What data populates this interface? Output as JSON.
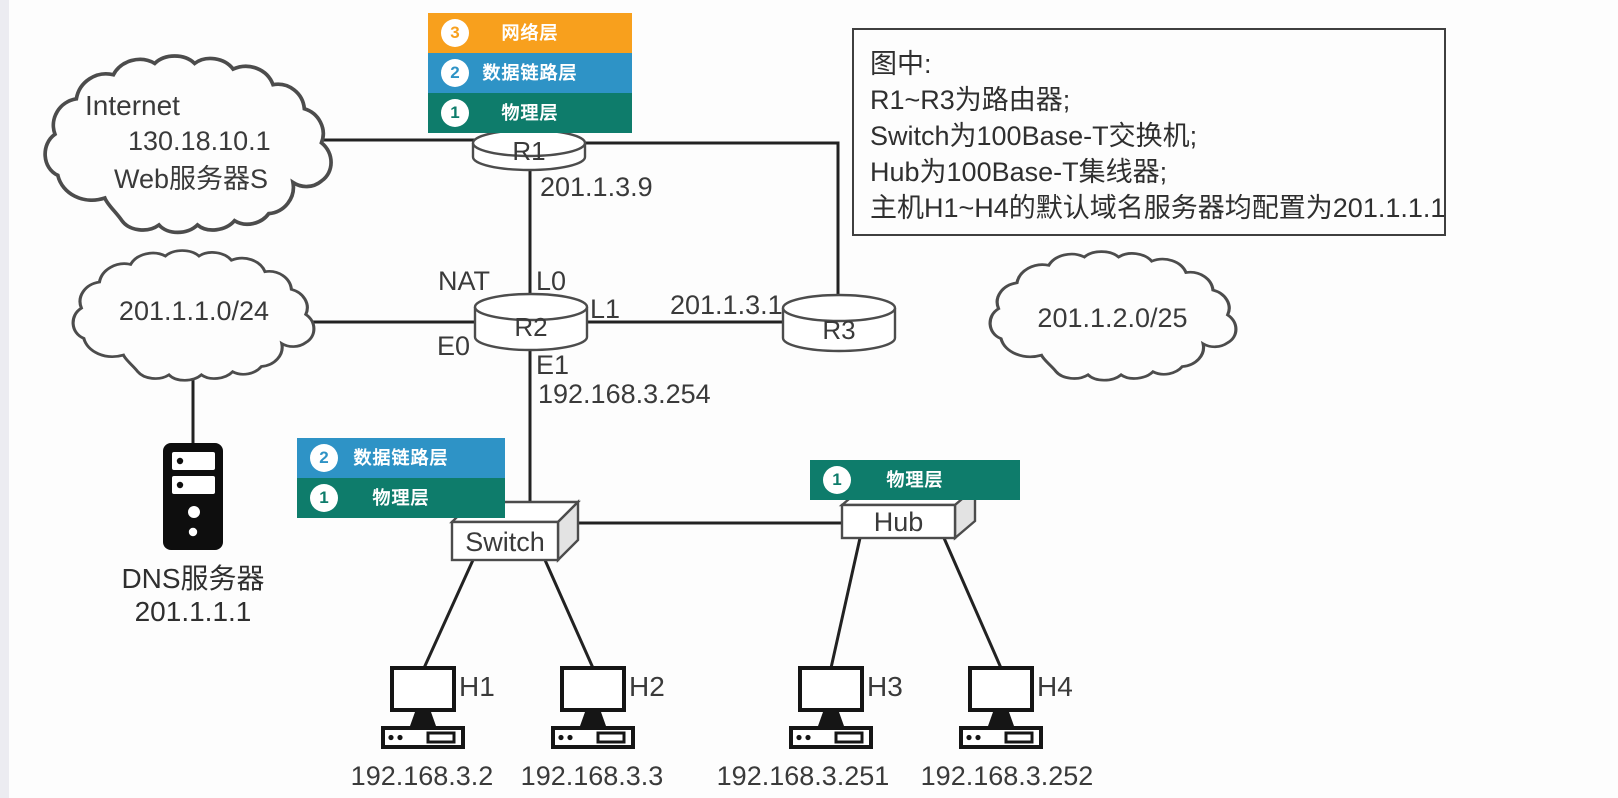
{
  "colors": {
    "orange": "#F8A01D",
    "blue": "#2E93C6",
    "teal": "#0E7C6B",
    "line": "#222222",
    "ink": "#3a3a3a"
  },
  "info_box": {
    "line1": "图中:",
    "line2": "R1~R3为路由器;",
    "line3": "Switch为100Base-T交换机;",
    "line4": "Hub为100Base-T集线器;",
    "line5": "主机H1~H4的默认域名服务器均配置为201.1.1.1"
  },
  "clouds": {
    "internet": {
      "line1": "Internet",
      "line2": "130.18.10.1",
      "line3": "Web服务器S"
    },
    "left": {
      "label": "201.1.1.0/24"
    },
    "right": {
      "label": "201.1.2.0/25"
    }
  },
  "routers": {
    "r1": "R1",
    "r2": "R2",
    "r3": "R3"
  },
  "devices": {
    "switch": "Switch",
    "hub": "Hub",
    "dns": {
      "name": "DNS服务器",
      "ip": "201.1.1.1"
    }
  },
  "interfaces": {
    "nat": "NAT",
    "l0": "L0",
    "l1": "L1",
    "e0": "E0",
    "e1": "E1"
  },
  "ip_labels": {
    "r1_wan": "201.1.3.9",
    "r3_link": "201.1.3.1",
    "r2_e1": "192.168.3.254"
  },
  "layer_stacks": {
    "r1": [
      {
        "num": "3",
        "label": "网络层"
      },
      {
        "num": "2",
        "label": "数据链路层"
      },
      {
        "num": "1",
        "label": "物理层"
      }
    ],
    "switch": [
      {
        "num": "2",
        "label": "数据链路层"
      },
      {
        "num": "1",
        "label": "物理层"
      }
    ],
    "hub": [
      {
        "num": "1",
        "label": "物理层"
      }
    ]
  },
  "hosts": [
    {
      "name": "H1",
      "ip": "192.168.3.2"
    },
    {
      "name": "H2",
      "ip": "192.168.3.3"
    },
    {
      "name": "H3",
      "ip": "192.168.3.251"
    },
    {
      "name": "H4",
      "ip": "192.168.3.252"
    }
  ]
}
